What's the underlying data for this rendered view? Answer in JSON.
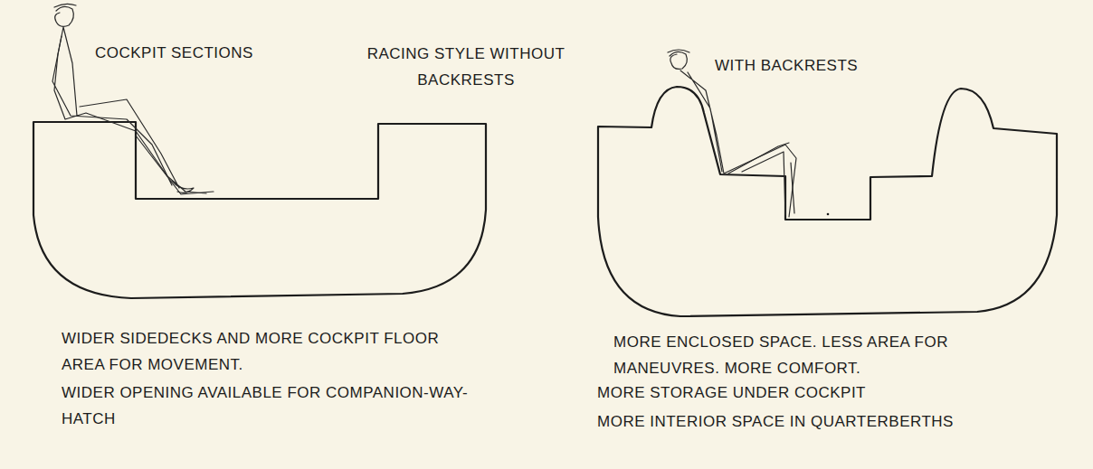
{
  "diagram": {
    "title": "COCKPIT SECTIONS",
    "labels": [
      "RACING STYLE WITHOUT BACKRESTS",
      "WITH BACKRESTS",
      "WIDER SIDEDECKS AND MORE COCKPIT FLOOR AREA FOR MOVEMENT.",
      "WIDER OPENING AVAILABLE FOR COMPANION-WAY-HATCH",
      "MORE ENCLOSED SPACE. LESS AREA FOR MANEUVRES. MORE COMFORT.",
      "MORE STORAGE UNDER COCKPIT",
      "MORE INTERIOR SPACE IN QUARTERBERTHS"
    ]
  }
}
